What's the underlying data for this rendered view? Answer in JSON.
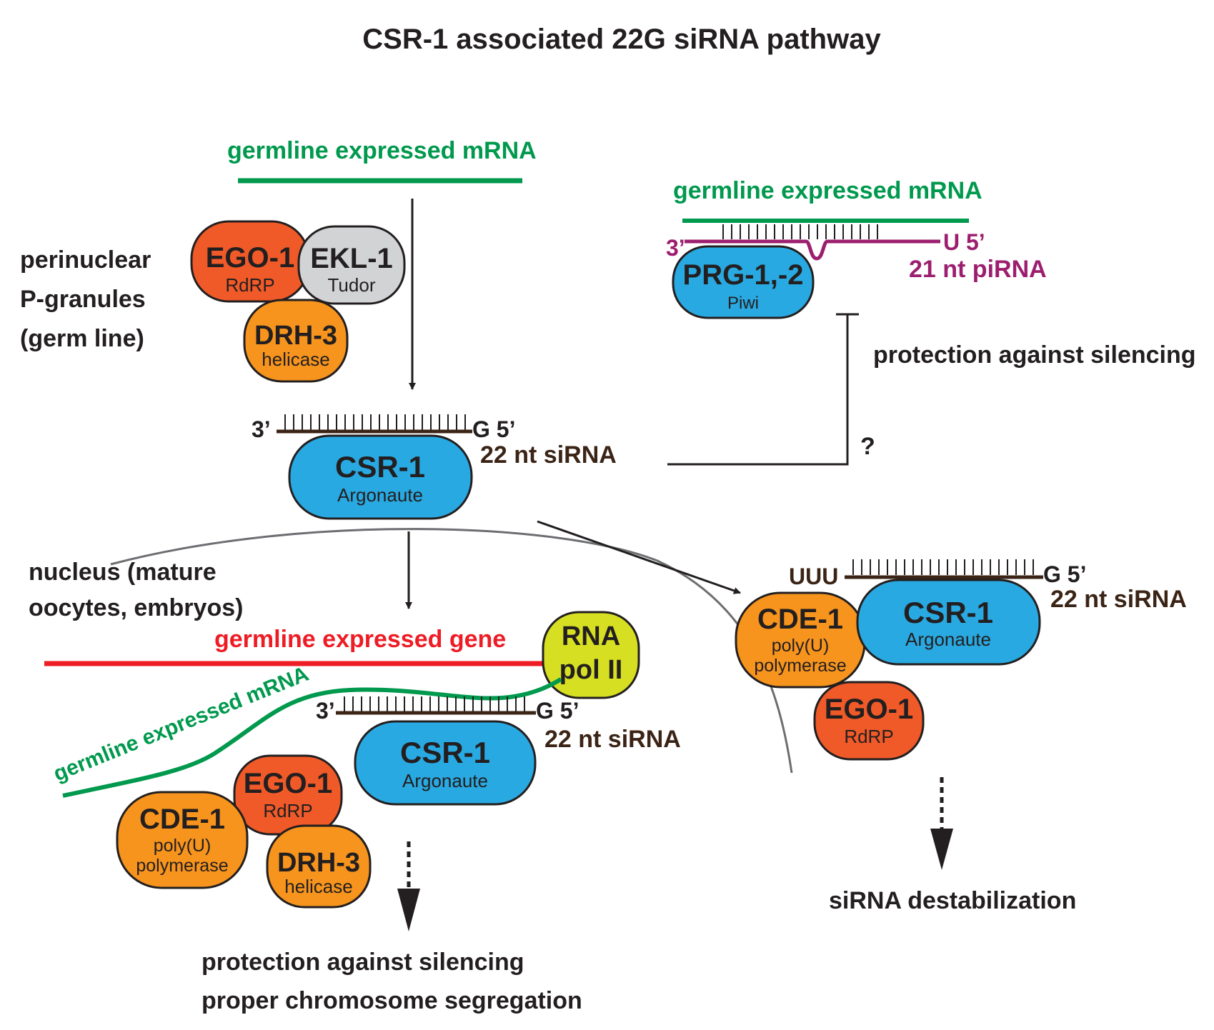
{
  "title": "CSR-1 associated 22G siRNA pathway",
  "colors": {
    "mrna_green": "#00994d",
    "gene_red": "#ee1c25",
    "pirna_purple": "#9c1e6e",
    "sirna_brown": "#3b2416",
    "argonaute_blue": "#29a9e1",
    "rdrp_red_orange": "#f05a28",
    "helicase_orange": "#f7941d",
    "tudor_grey": "#d1d3d4",
    "rnapol_yellow": "#d7df23",
    "membrane_grey": "#6d6e71"
  },
  "regions": {
    "perinuclear": [
      "perinuclear",
      "P-granules",
      "(germ line)"
    ],
    "nucleus": [
      "nucleus (mature",
      "oocytes, embryos)"
    ]
  },
  "strands": {
    "mrna_top": "germline expressed mRNA",
    "mrna_right": "germline expressed mRNA",
    "mrna_nuclear": "germline expressed mRNA",
    "gene": "germline expressed gene",
    "pirna": "21 nt piRNA",
    "sirna": "22 nt siRNA"
  },
  "ends": {
    "three": "3’",
    "g5": "G 5’",
    "u5": "U 5’",
    "uuu": "UUU"
  },
  "proteins": {
    "ego1": {
      "name": "EGO-1",
      "role": "RdRP"
    },
    "ekl1": {
      "name": "EKL-1",
      "role": "Tudor"
    },
    "drh3": {
      "name": "DRH-3",
      "role": "helicase"
    },
    "csr1": {
      "name": "CSR-1",
      "role": "Argonaute"
    },
    "prg": {
      "name": "PRG-1,-2",
      "role": "Piwi"
    },
    "cde1": {
      "name": "CDE-1",
      "role_line1": "poly(U)",
      "role_line2": "polymerase"
    },
    "rnapol": {
      "line1": "RNA",
      "line2": "pol II"
    }
  },
  "outcomes": {
    "protection_top": "protection against silencing",
    "question": "?",
    "bottom_line1": "protection against silencing",
    "bottom_line2": "proper chromosome segregation",
    "destabilization": "siRNA destabilization"
  }
}
